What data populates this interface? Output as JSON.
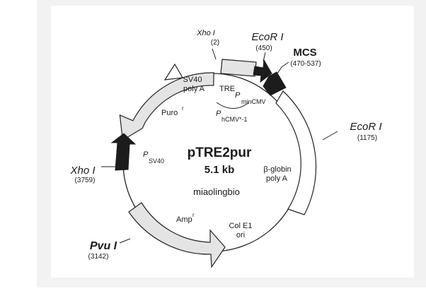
{
  "plasmid": {
    "name": "pTRE2pur",
    "size": "5.1 kb",
    "watermark": "miaolingbio"
  },
  "sites": {
    "xho_top": {
      "name": "Xho I",
      "position": "(2)"
    },
    "ecor_top": {
      "name": "EcoR I",
      "position": "(450)"
    },
    "mcs": {
      "name": "MCS",
      "position": "(470-537)"
    },
    "ecor_right": {
      "name": "EcoR I",
      "position": "(1175)"
    },
    "xho_left": {
      "name": "Xho I",
      "position": "(3759)"
    },
    "pvu": {
      "name": "Pvu I",
      "position": "(3142)"
    }
  },
  "features": {
    "sv40_polya": [
      "SV40",
      "poly A"
    ],
    "tre": "TRE",
    "p_mincmv": {
      "main": "P",
      "sub": "minCMV"
    },
    "p_hcmv": {
      "main": "P",
      "sub": "hCMV*-1"
    },
    "puro": {
      "main": "Puro",
      "sup": "r"
    },
    "p_sv40": {
      "main": "P",
      "sub": "SV40"
    },
    "beta_globin": [
      "β-globin",
      "poly A"
    ],
    "amp": {
      "main": "Amp",
      "sup": "r"
    },
    "col_e1": [
      "Col E1",
      "ori"
    ]
  },
  "colors": {
    "frame_bg": "#f2f2f2",
    "arrow_fill": "#e4e4e4",
    "dark_fill": "#1c1c1c",
    "line": "#222222"
  }
}
